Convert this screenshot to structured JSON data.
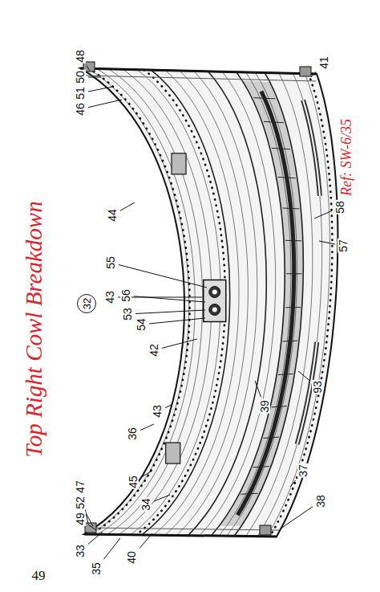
{
  "diagram": {
    "title": "Top Right Cowl Breakdown",
    "nodes": [
      {
        "text": [
          "32"
        ]
      }
    ],
    "labels": [
      "48",
      "50",
      "51",
      "46",
      "41",
      "44",
      "55",
      "43",
      "56",
      "53",
      "54",
      "42",
      "43",
      "36",
      "47",
      "52",
      "49",
      "33",
      "45",
      "34",
      "35",
      "40",
      "38",
      "37",
      "39",
      "93",
      "57",
      "58",
      "Ref: SW-6/35",
      "49"
    ]
  }
}
